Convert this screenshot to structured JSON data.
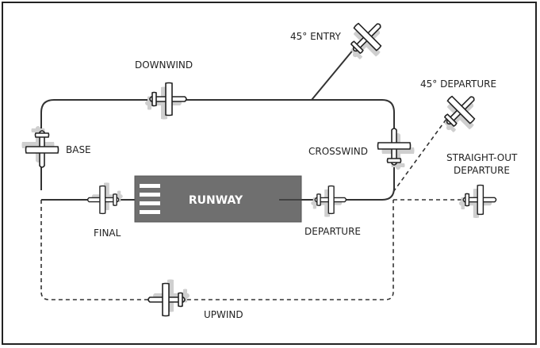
{
  "labels": {
    "entry": "45° ENTRY",
    "downwind": "DOWNWIND",
    "departure45": "45° DEPARTURE",
    "straight_out_1": "STRAIGHT-OUT",
    "straight_out_2": "DEPARTURE",
    "base": "BASE",
    "crosswind": "CROSSWIND",
    "final": "FINAL",
    "departure": "DEPARTURE",
    "upwind": "UPWIND",
    "runway": "RUNWAY"
  },
  "colors": {
    "runway": "#6f6f6f",
    "line": "#333333",
    "plane": "#ffffff",
    "shadow": "#cfcfcf"
  },
  "icons": [
    "airplane-icon"
  ]
}
